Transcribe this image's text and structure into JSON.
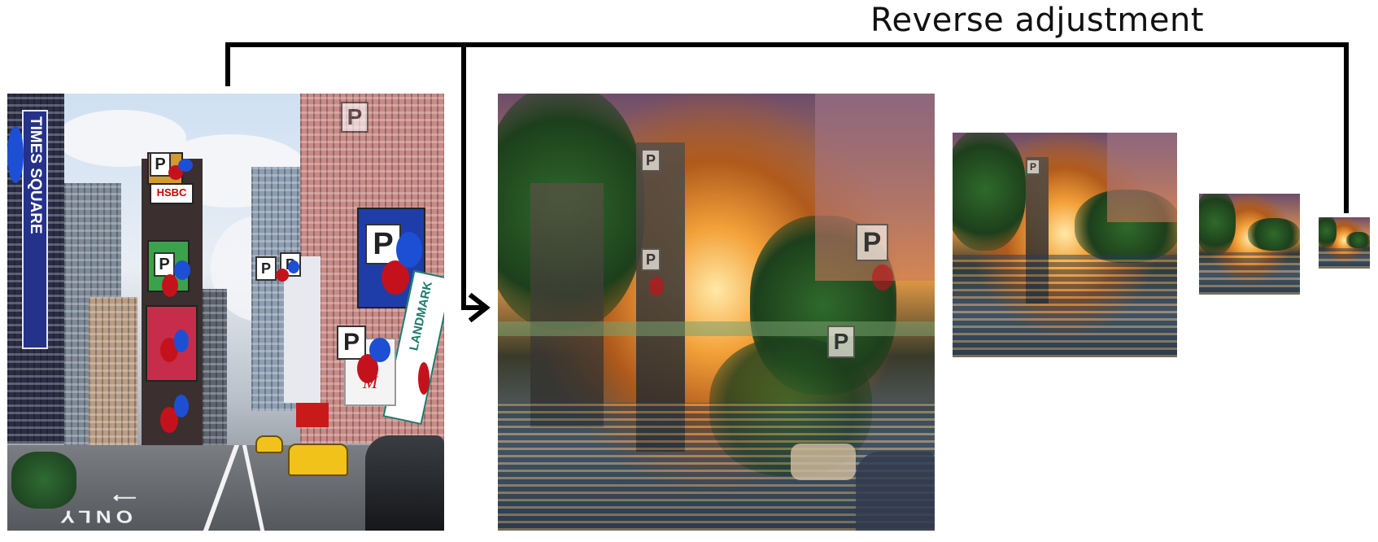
{
  "caption": "Reverse adjustment",
  "original_image": {
    "signs": {
      "street_sign": "TIMES SQUARE",
      "tower_logo": "HSBC",
      "banner": "LANDMARK",
      "store_logo": "M",
      "road_marking": "ONLY"
    },
    "markers": {
      "p_letter": "P"
    }
  },
  "pyramid": [
    {
      "level": "full"
    },
    {
      "level": "half"
    },
    {
      "level": "quarter"
    },
    {
      "level": "eighth"
    }
  ],
  "colors": {
    "arrow": "#000000",
    "marker_red": "#c4121c",
    "marker_blue": "#1d4fd4"
  }
}
